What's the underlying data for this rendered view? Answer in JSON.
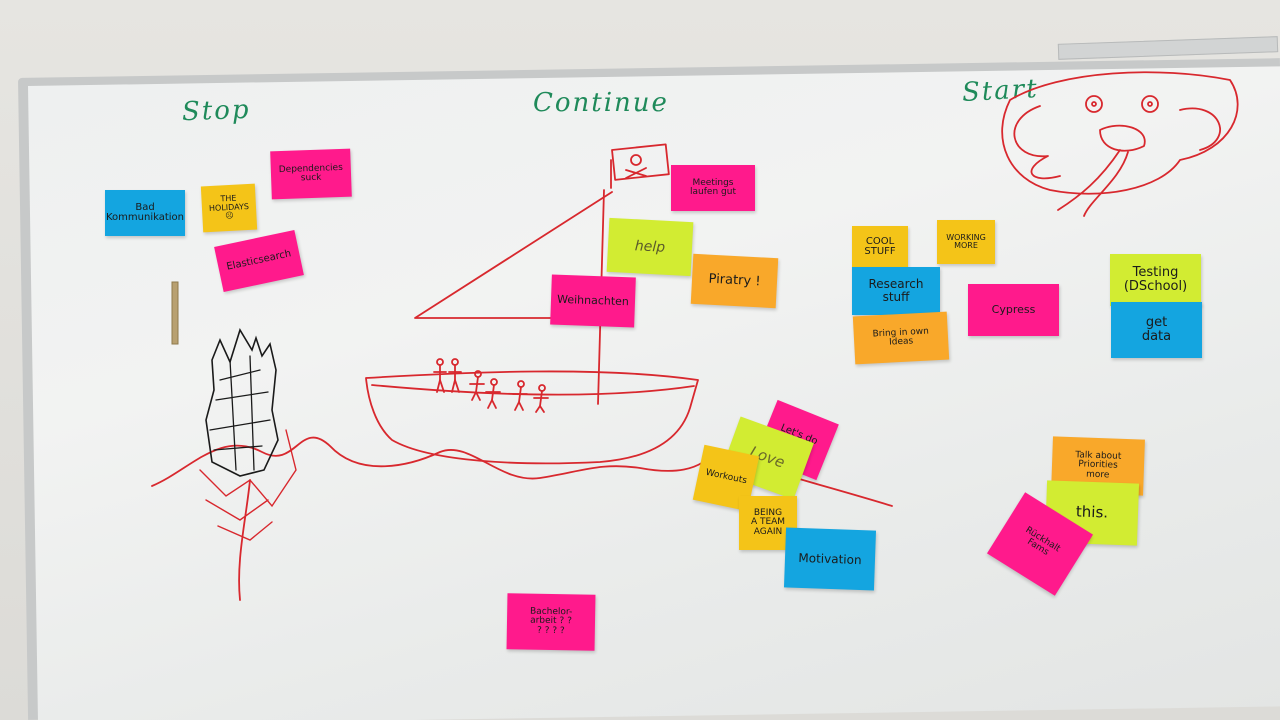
{
  "headings": {
    "stop": "Stop",
    "continue": "Continue",
    "start": "Start"
  },
  "stop_notes": {
    "bad_kommunikation": "Bad\nKommunikation",
    "the_holidays": "THE\nHOLIDAYS\n☹",
    "dependencies": "Dependencies\nsuck",
    "elasticsearch": "Elasticsearch"
  },
  "continue_notes": {
    "meetings": "Meetings\nlaufen gut",
    "help": "help",
    "piratry": "Piratry !",
    "weihnachten": "Weihnachten",
    "lets_do_fun": "Let's do\nfun!",
    "love": "Love",
    "workouts": "Workouts",
    "being_a_team": "BEING\nA TEAM\nAGAIN",
    "motivation": "Motivation",
    "bachelorarbeit": "Bachelor-\narbeit ? ?\n? ? ? ?"
  },
  "start_notes": {
    "cool_stuff": "COOL\nSTUFF",
    "working_more": "WORKING\nMORE",
    "research_stuff": "Research\nstuff",
    "bring_ideas": "Bring in own\nIdeas",
    "cypress": "Cypress",
    "testing": "Testing\n(DSchool)",
    "get_data": "get\ndata",
    "talk_priorities": "Talk about\nPriorities\nmore",
    "this": "this.",
    "ruckhalt": "Rückhalt\nFams"
  },
  "colors": {
    "pink": "#ff1a8c",
    "blue": "#14a5e0",
    "yellow": "#f4c418",
    "orange": "#f9a82a",
    "lime": "#d2ec32",
    "marker_green": "#1f8a5a",
    "marker_red": "#d8282e",
    "marker_black": "#1a1a1a"
  },
  "drawings": [
    "pirate-ship",
    "jolly-roger-flag",
    "waves",
    "stick-figures",
    "sea-monster",
    "rock-tower"
  ]
}
